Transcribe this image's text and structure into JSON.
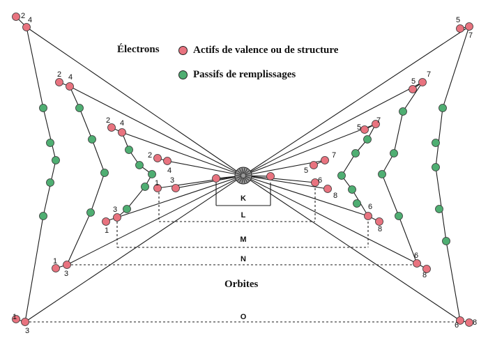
{
  "legend": {
    "title": "Électrons",
    "items": [
      {
        "label": "Actifs de valence ou de structure",
        "color": "#e8737f"
      },
      {
        "label": "Passifs de remplissages",
        "color": "#4fae72"
      }
    ]
  },
  "orbit_caption": "Orbites",
  "shells": [
    "K",
    "L",
    "M",
    "N",
    "O"
  ],
  "left_labels": [
    {
      "top": "2",
      "side": "4",
      "bottom": ""
    },
    {
      "top": "2",
      "side": "4",
      "bottom": ""
    },
    {
      "top": "2",
      "side": "4",
      "bottom": ""
    },
    {
      "top": "2",
      "side": "4",
      "bottom": ""
    },
    {
      "top": "1",
      "side": "3",
      "bottom": ""
    }
  ],
  "numbers": {
    "outer_left_top": [
      "2",
      "4"
    ],
    "ring2_left_top": [
      "2",
      "4"
    ],
    "ring3_left_top": [
      "2",
      "4"
    ],
    "ring4_left_top": [
      "2",
      "4"
    ],
    "inner_left": [
      "1",
      "3"
    ],
    "ring4_left_bottom": [
      "1",
      "3"
    ],
    "ring2_left_bottom": [
      "1",
      "3"
    ],
    "outer_left_bottom": [
      "1",
      "3"
    ],
    "outer_right_top": [
      "5",
      "7"
    ],
    "ring2_right_top": [
      "5",
      "7"
    ],
    "ring3_right_top": [
      "5",
      "7"
    ],
    "ring4_right_top": [
      "5",
      "7"
    ],
    "inner_right": [
      "6",
      "8"
    ],
    "ring4_right_bottom": [
      "6",
      "8"
    ],
    "ring2_right_bottom": [
      "6",
      "8"
    ],
    "outer_right_bottom": [
      "6",
      "8"
    ]
  },
  "colors": {
    "active": "#e8737f",
    "passive": "#4fae72",
    "line": "#1a1a1a"
  }
}
